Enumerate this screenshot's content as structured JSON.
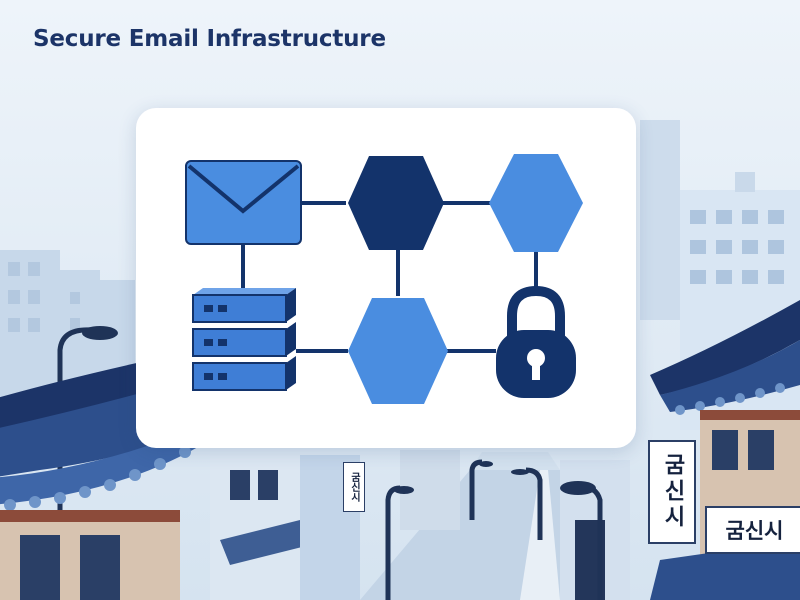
{
  "title": "Secure Email Infrastructure",
  "diagram": {
    "nodes": [
      {
        "id": "email",
        "icon": "envelope-icon",
        "color": "#4a8de0"
      },
      {
        "id": "hub-center",
        "icon": "hexagon",
        "color": "#13336b"
      },
      {
        "id": "hub-right",
        "icon": "hexagon",
        "color": "#4a8de0"
      },
      {
        "id": "server",
        "icon": "server-rack-icon",
        "color": "#3f7ed6"
      },
      {
        "id": "hub-lower",
        "icon": "hexagon",
        "color": "#4a8de0"
      },
      {
        "id": "lock",
        "icon": "padlock-icon",
        "color": "#13336b"
      }
    ],
    "line_color": "#13336b"
  },
  "signs": {
    "right_vertical": "굼신시",
    "right_horizontal": "굼신시",
    "mid_vertical": "굼신시"
  },
  "colors": {
    "sky": "#e3edf6",
    "navy": "#1c3468",
    "accent_blue": "#4a8de0",
    "roof_blue": "#2d4f8c"
  }
}
